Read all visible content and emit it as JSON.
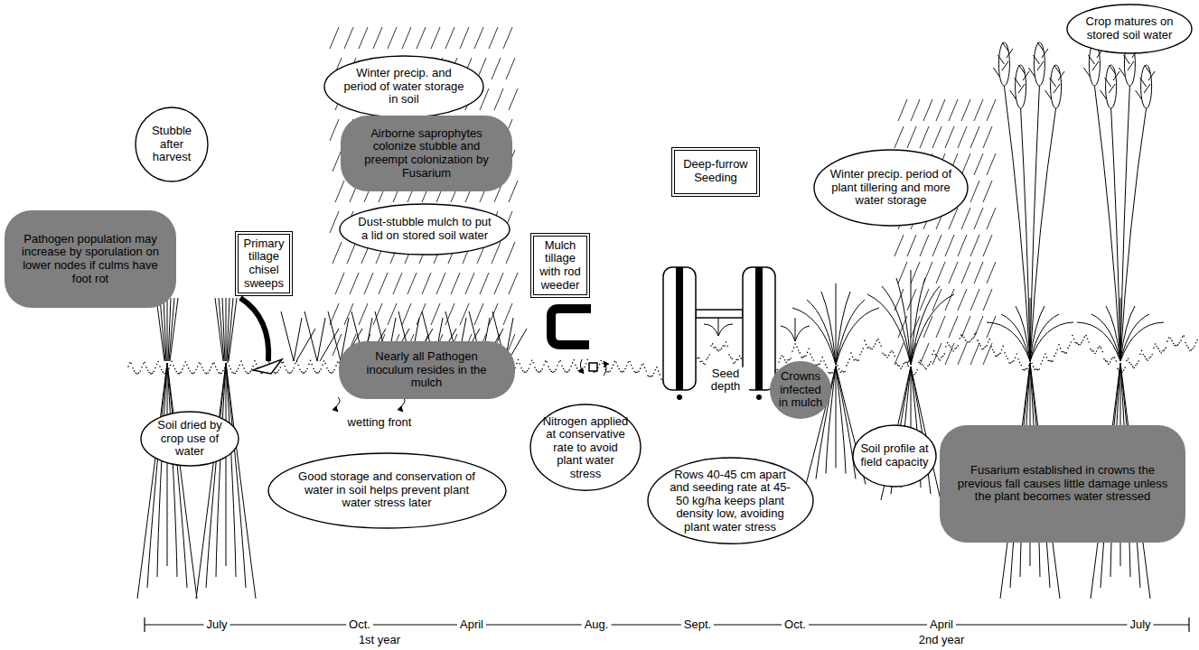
{
  "diagram": {
    "nodes": [
      {
        "text": [
          "Stubble after harvest"
        ]
      },
      {
        "text": [
          "Pathogen population may increase by sporulation on lower nodes if culms have foot rot"
        ]
      },
      {
        "text": [
          "Primary tillage chisel sweeps"
        ]
      },
      {
        "text": [
          "Winter precip. and period of water storage in soil"
        ]
      },
      {
        "text": [
          "Airborne saprophytes colonize stubble and preempt colonization by Fusarium"
        ]
      },
      {
        "text": [
          "Dust-stubble mulch to put a lid on stored soil water"
        ]
      },
      {
        "text": [
          "Mulch tillage with rod weeder"
        ]
      },
      {
        "text": [
          "Nearly all Pathogen inoculum resides in the mulch"
        ]
      },
      {
        "text": [
          "Soil dried by crop use of water"
        ]
      },
      {
        "text": [
          "Good storage and conservation of water in soil helps prevent plant water stress later"
        ]
      },
      {
        "text": [
          "Nitrogen applied at conservative rate to avoid plant water stress"
        ]
      },
      {
        "text": [
          "Deep-furrow Seeding"
        ]
      },
      {
        "text": [
          "Rows 40-45 cm apart and seeding rate at 45-50 kg/ha keeps plant density low, avoiding plant water stress"
        ]
      },
      {
        "text": [
          "Crowns infected in mulch"
        ]
      },
      {
        "text": [
          "Winter precip. period of plant tillering and more water storage"
        ]
      },
      {
        "text": [
          "Soil profile at field capacity"
        ]
      },
      {
        "text": [
          "Crop matures on stored soil water"
        ]
      },
      {
        "text": [
          "Fusarium established in crowns the previous fall causes little damage unless the plant becomes water stressed"
        ]
      }
    ],
    "labels": [
      "Seed depth",
      "wetting front",
      "July",
      "Oct.",
      "April",
      "Aug.",
      "Sept.",
      "Oct.",
      "April",
      "July",
      "1st year",
      "2nd year"
    ]
  }
}
